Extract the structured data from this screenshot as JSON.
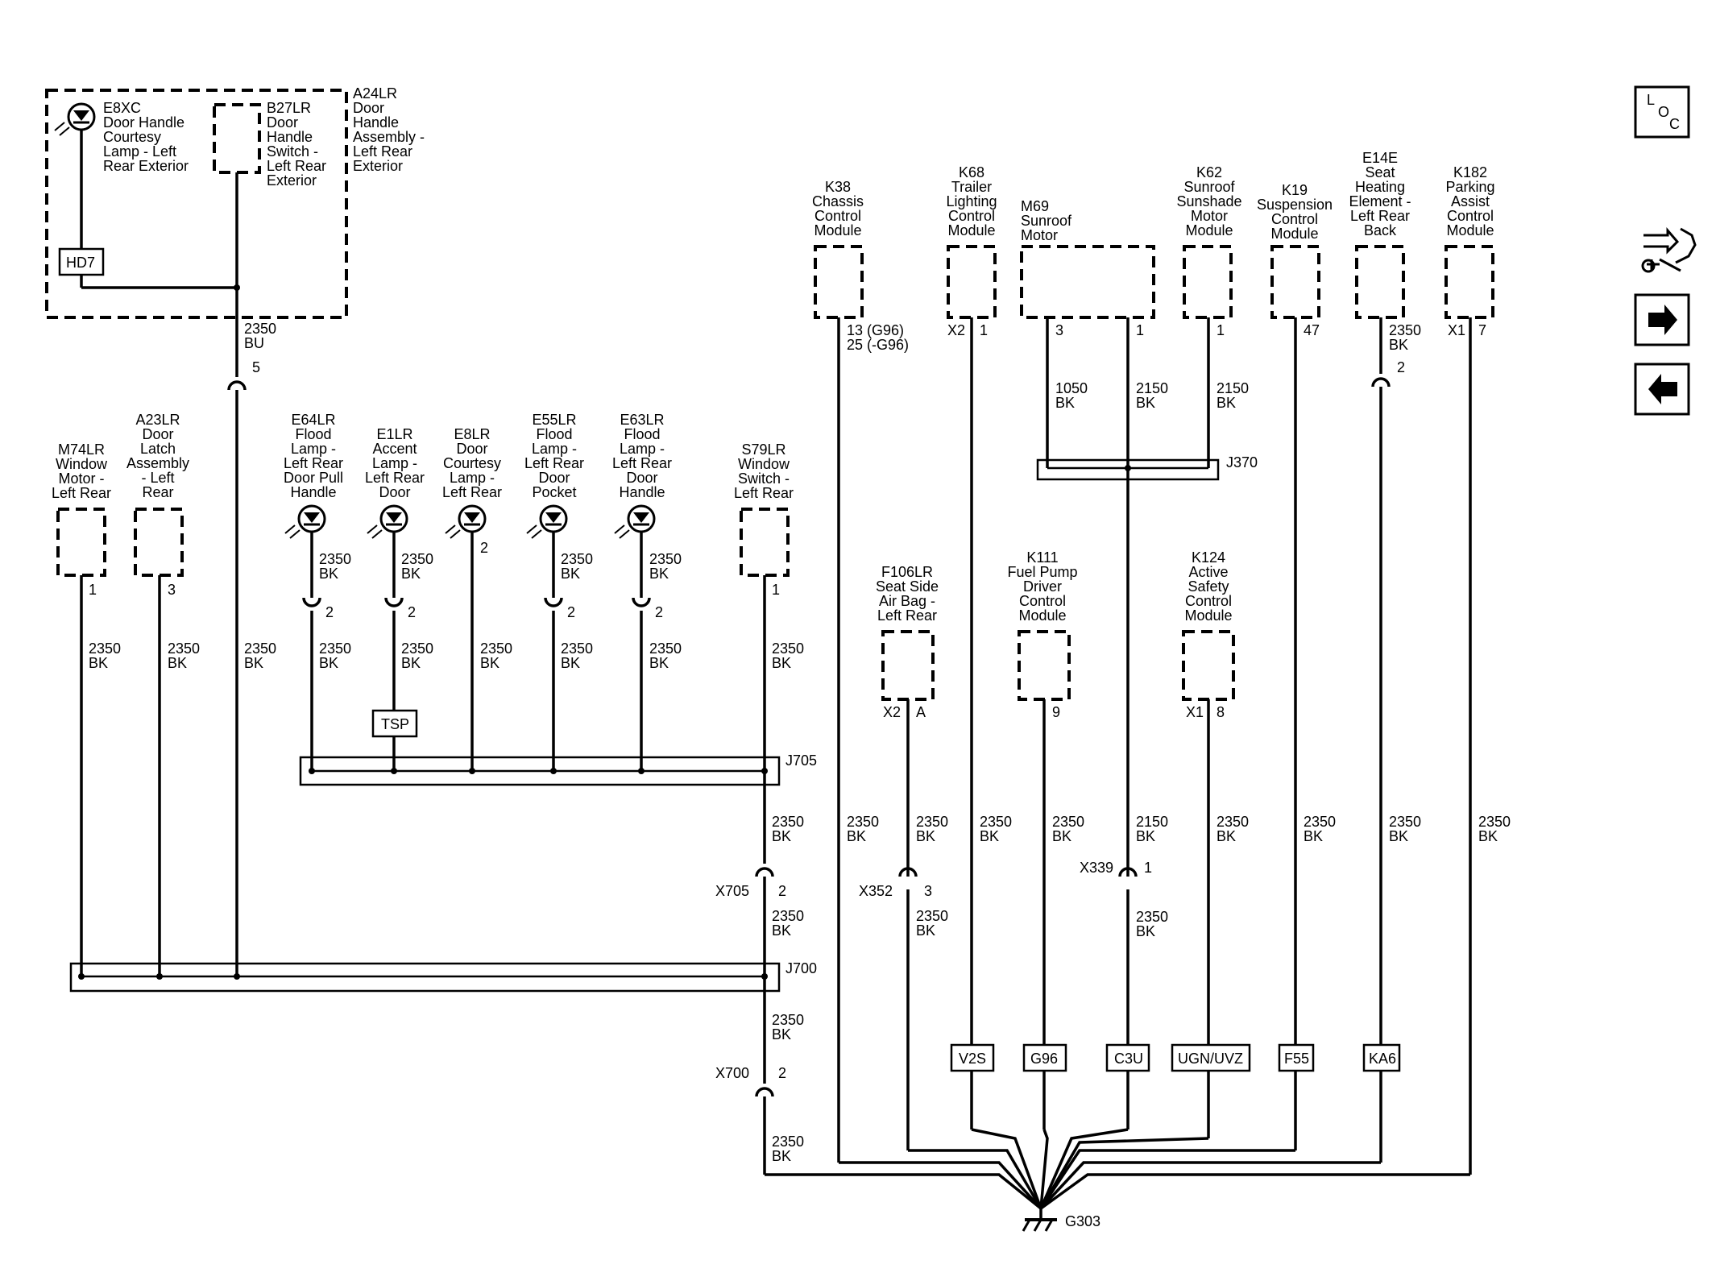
{
  "e8xc": [
    "E8XC",
    "Door Handle",
    "Courtesy",
    "Lamp - Left",
    "Rear Exterior"
  ],
  "b27lr": [
    "B27LR",
    "Door",
    "Handle",
    "Switch -",
    "Left Rear",
    "Exterior"
  ],
  "a24lr": [
    "A24LR",
    "Door",
    "Handle",
    "Assembly -",
    "Left Rear",
    "Exterior"
  ],
  "m74lr": [
    "M74LR",
    "Window",
    "Motor -",
    "Left Rear"
  ],
  "a23lr": [
    "A23LR",
    "Door",
    "Latch",
    "Assembly",
    "- Left",
    "Rear"
  ],
  "e64lr": [
    "E64LR",
    "Flood",
    "Lamp -",
    "Left Rear",
    "Door Pull",
    "Handle"
  ],
  "e1lr": [
    "E1LR",
    "Accent",
    "Lamp -",
    "Left Rear",
    "Door"
  ],
  "e8lr": [
    "E8LR",
    "Door",
    "Courtesy",
    "Lamp -",
    "Left Rear"
  ],
  "e55lr": [
    "E55LR",
    "Flood",
    "Lamp -",
    "Left Rear",
    "Door",
    "Pocket"
  ],
  "e63lr": [
    "E63LR",
    "Flood",
    "Lamp -",
    "Left Rear",
    "Door",
    "Handle"
  ],
  "s79lr": [
    "S79LR",
    "Window",
    "Switch -",
    "Left Rear"
  ],
  "k38": [
    "K38",
    "Chassis",
    "Control",
    "Module"
  ],
  "k68": [
    "K68",
    "Trailer",
    "Lighting",
    "Control",
    "Module"
  ],
  "m69": [
    "M69",
    "Sunroof",
    "Motor"
  ],
  "k62": [
    "K62",
    "Sunroof",
    "Sunshade",
    "Motor",
    "Module"
  ],
  "k19": [
    "K19",
    "Suspension",
    "Control",
    "Module"
  ],
  "e14e": [
    "E14E",
    "Seat",
    "Heating",
    "Element -",
    "Left Rear",
    "Back"
  ],
  "k182": [
    "K182",
    "Parking",
    "Assist",
    "Control",
    "Module"
  ],
  "f106lr": [
    "F106LR",
    "Seat Side",
    "Air Bag -",
    "Left Rear"
  ],
  "k111": [
    "K111",
    "Fuel Pump",
    "Driver",
    "Control",
    "Module"
  ],
  "k124": [
    "K124",
    "Active",
    "Safety",
    "Control",
    "Module"
  ],
  "options": {
    "hd7": "HD7",
    "tsp": "TSP",
    "v2s": "V2S",
    "g96": "G96",
    "c3u": "C3U",
    "ugn": "UGN/UVZ",
    "f55": "F55",
    "ka6": "KA6"
  },
  "splices": {
    "j705": "J705",
    "j700": "J700",
    "j370": "J370"
  },
  "connectors": {
    "x705": "X705",
    "x700": "X700",
    "x352": "X352",
    "x339": "X339"
  },
  "ground": "G303",
  "nav": {
    "loc_l": "L",
    "loc_o": "O",
    "loc_c": "C"
  },
  "pins": {
    "p5": "5",
    "p1": "1",
    "p3": "3",
    "p2": "2",
    "p7": "7",
    "p9": "9",
    "p8": "8",
    "p47": "47",
    "pA": "A",
    "x2": "X2",
    "x1": "X1",
    "k38pin1": "13 (G96)",
    "k38pin2": "25 (-G96)"
  },
  "wires": {
    "bu_n": "2350",
    "bu_c": "BU",
    "n2350": "2350",
    "n1050": "1050",
    "n2150": "2150",
    "bk": "BK"
  }
}
